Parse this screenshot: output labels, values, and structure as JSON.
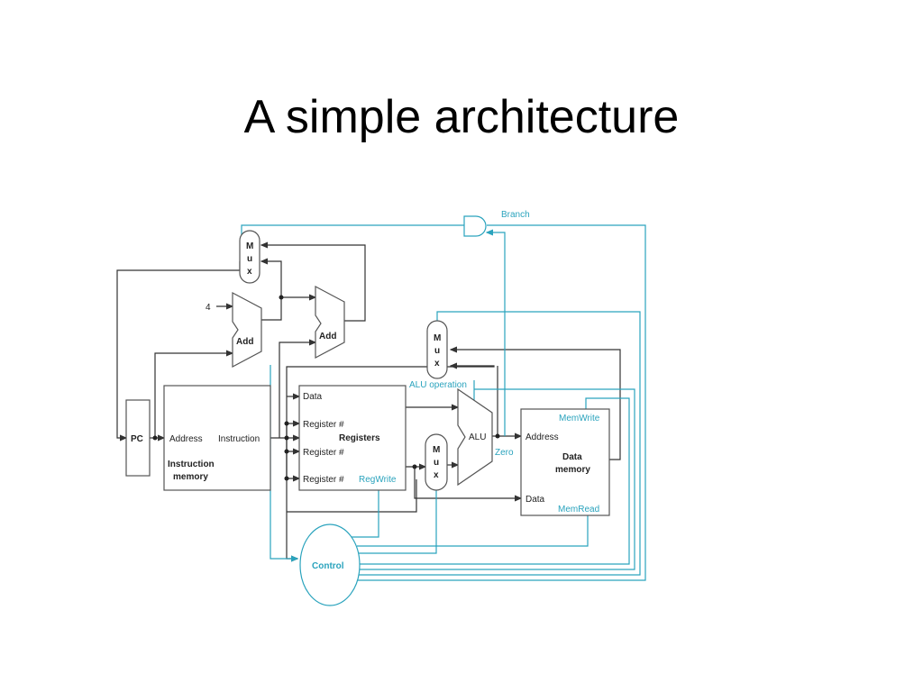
{
  "slide": {
    "title": "A simple architecture"
  },
  "diagram": {
    "pc": "PC",
    "constant": "4",
    "add1": "Add",
    "add2": "Add",
    "mux_letters": [
      "M",
      "u",
      "x"
    ],
    "im_address": "Address",
    "im_instruction": "Instruction",
    "im_name_1": "Instruction",
    "im_name_2": "memory",
    "reg_data": "Data",
    "reg_num_1": "Register #",
    "reg_num_2": "Register #",
    "reg_num_3": "Register #",
    "reg_name": "Registers",
    "regwrite": "RegWrite",
    "alu": "ALU",
    "alu_operation": "ALU operation",
    "zero": "Zero",
    "dm_address": "Address",
    "dm_data": "Data",
    "dm_name_1": "Data",
    "dm_name_2": "memory",
    "memwrite": "MemWrite",
    "memread": "MemRead",
    "branch": "Branch",
    "control": "Control"
  },
  "colors": {
    "signal": "#2aa3bd",
    "wire": "#333333"
  }
}
